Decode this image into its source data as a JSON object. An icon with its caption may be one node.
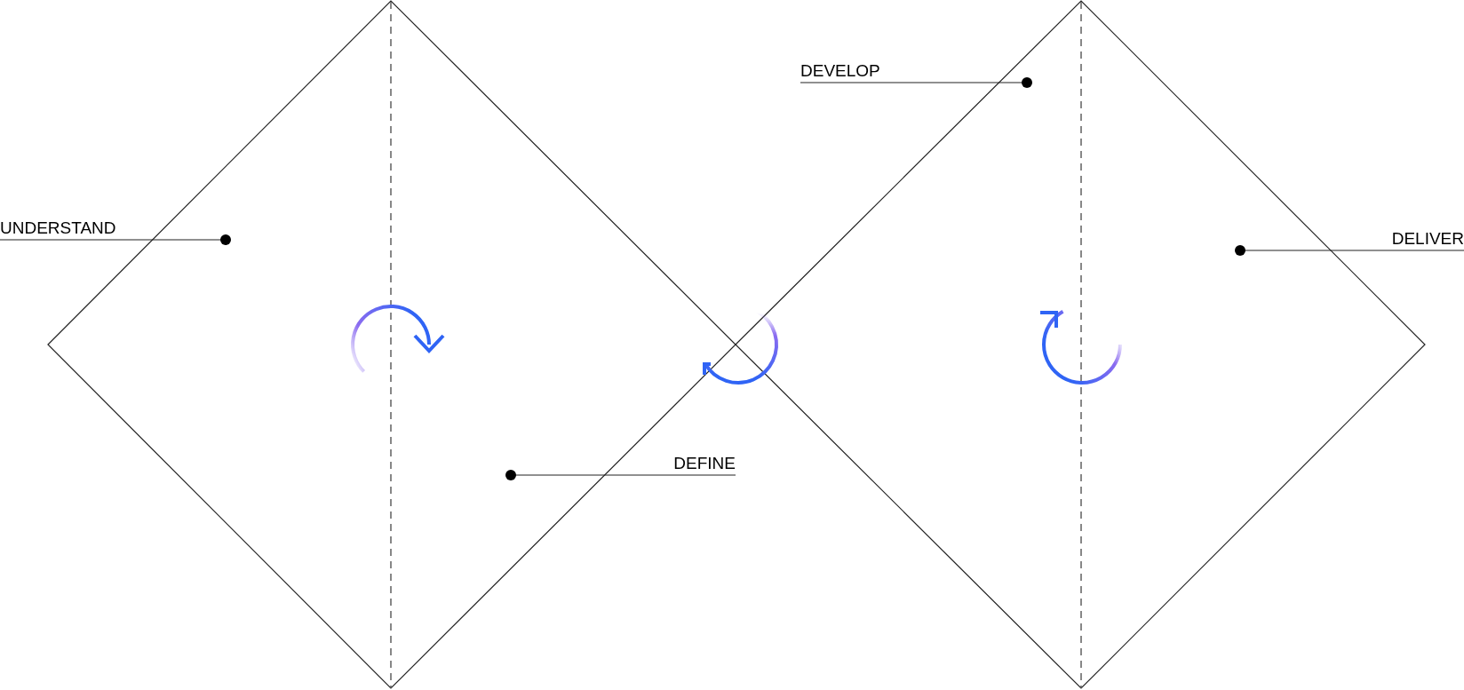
{
  "diagram": {
    "nodes": [
      {
        "text": [
          "UNDERSTAND"
        ]
      },
      {
        "text": [
          "DEVELOP"
        ]
      },
      {
        "text": [
          "DELIVER"
        ]
      },
      {
        "text": [
          "DEFINE"
        ]
      }
    ],
    "edges": [
      {
        "from": 0,
        "to": null,
        "arrow": "other"
      },
      {
        "from": 1,
        "to": null,
        "arrow": "other"
      },
      {
        "from": 2,
        "to": null,
        "arrow": "other"
      },
      {
        "from": 3,
        "to": null,
        "arrow": "other"
      }
    ]
  }
}
